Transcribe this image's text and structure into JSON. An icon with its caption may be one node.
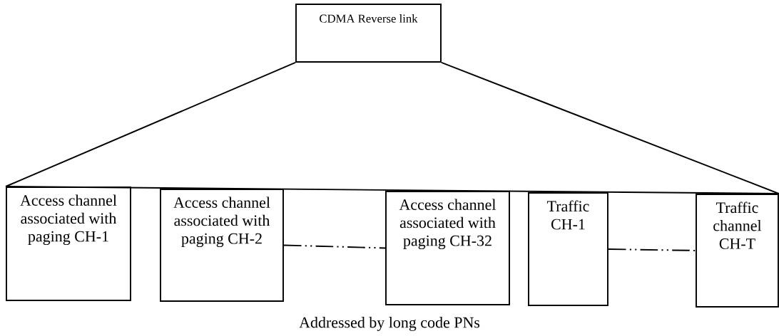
{
  "diagram": {
    "nodes": [
      {
        "text": [
          "CDMA Reverse link"
        ]
      },
      {
        "text": [
          "Access channel associated with paging CH-1"
        ]
      },
      {
        "text": [
          "Access channel associated with paging CH-2"
        ]
      },
      {
        "text": [
          "Access channel associated with paging CH-32"
        ]
      },
      {
        "text": [
          "Traffic CH-1"
        ]
      },
      {
        "text": [
          "Traffic channel CH-T"
        ]
      }
    ],
    "edges": [
      {
        "from": 0,
        "to": 1,
        "arrow": "none"
      },
      {
        "from": 0,
        "to": 5,
        "arrow": "none"
      },
      {
        "from": 2,
        "to": 3,
        "arrow": "none",
        "style": "dashed"
      },
      {
        "from": 4,
        "to": 5,
        "arrow": "none",
        "style": "dashed"
      }
    ],
    "labels": [
      "Addressed by long code PNs"
    ]
  }
}
